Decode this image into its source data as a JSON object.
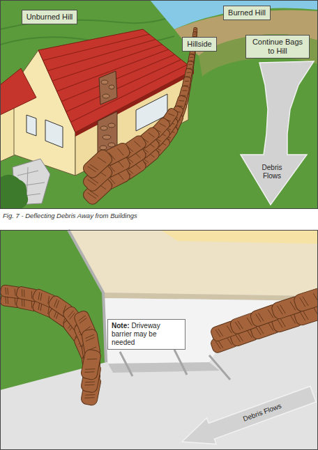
{
  "diagram": {
    "caption": "Fig. 7 - Deflecting Debris Away from Buildings",
    "nodes": [
      {
        "text": [
          "Unburned Hill"
        ]
      },
      {
        "text": [
          "Burned Hill"
        ]
      },
      {
        "text": [
          "Hillside"
        ]
      },
      {
        "text": [
          "Continue Bags to Hill"
        ]
      },
      {
        "text": [
          "Debris Flows"
        ]
      },
      {
        "text": [
          "Note:",
          "Driveway barrier may be needed"
        ]
      },
      {
        "text": [
          "Debris Flows"
        ]
      }
    ]
  }
}
